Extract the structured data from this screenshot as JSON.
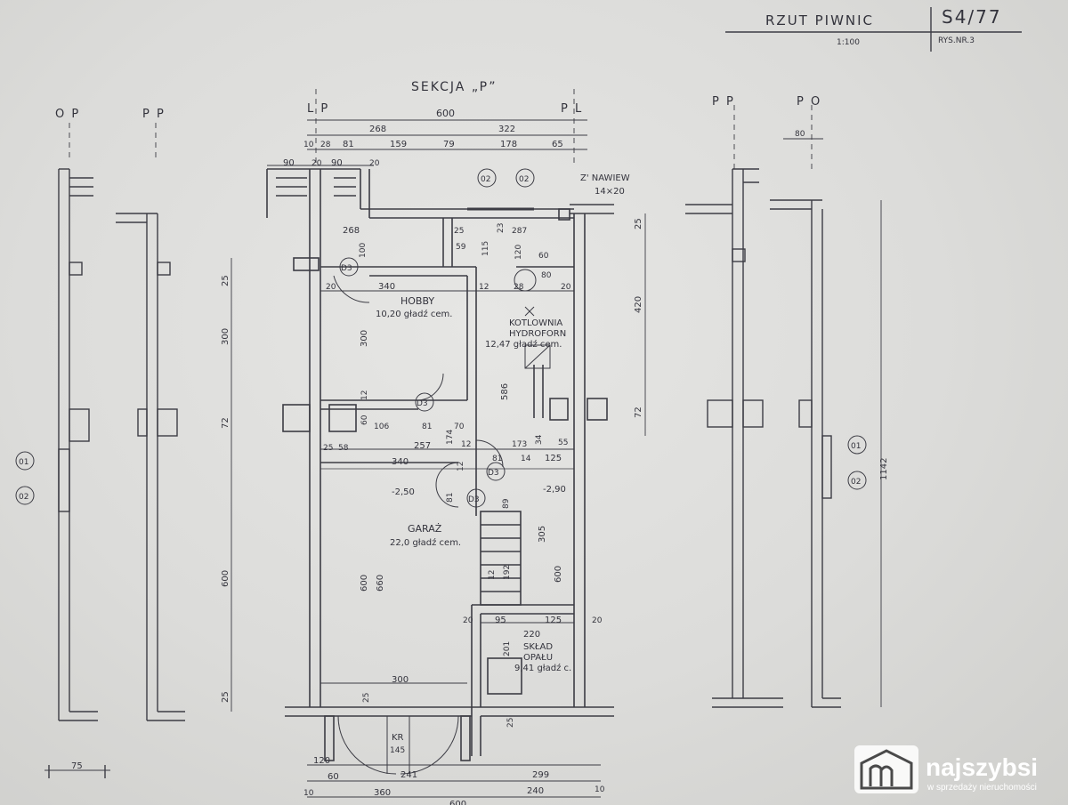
{
  "header": {
    "title": "RZUT PIWNIC",
    "scale": "1:100",
    "code": "S4/77",
    "sheet": "RYS.NR.3"
  },
  "section_label": "SEKCJA „P”",
  "axes": {
    "op": "O P",
    "pp1": "P P",
    "lp": "L P",
    "pl": "P L",
    "pp2": "P P",
    "po": "P O"
  },
  "rooms": {
    "hobby_name": "HOBBY",
    "hobby_area": "10,20 gładź cem.",
    "boiler_name1": "KOTLOWNIA",
    "boiler_name2": "HYDROFORN",
    "boiler_area": "12,47 gładź cem.",
    "garage_name": "GARAŻ",
    "garage_area": "22,0 gładź cem.",
    "fuel_name1": "SKŁAD",
    "fuel_name2": "OPAŁU",
    "fuel_area": "9,41 gładź c."
  },
  "tags": {
    "d3": "D3",
    "o2": "02",
    "o1": "01",
    "kr": "KR",
    "kr_val": "145",
    "vent": "Z' NAWIEW",
    "vent_size": "14×20",
    "level1": "-2,50",
    "level2": "-2,90"
  },
  "dims": {
    "top": [
      "600",
      "268",
      "322",
      "10",
      "28",
      "81",
      "159",
      "79",
      "178",
      "65",
      "90",
      "20",
      "90",
      "20"
    ],
    "right_side": [
      "80"
    ],
    "bottom": [
      "120",
      "60",
      "241",
      "299",
      "10",
      "360",
      "240",
      "10",
      "600"
    ],
    "left_vertical": [
      "25",
      "300",
      "72",
      "600",
      "25"
    ],
    "right_vertical": [
      "25",
      "420",
      "72",
      "1142"
    ],
    "interior": [
      "268",
      "25",
      "59",
      "115",
      "23",
      "287",
      "100",
      "120",
      "60",
      "80",
      "20",
      "340",
      "12",
      "28",
      "20",
      "300",
      "586",
      "12",
      "60",
      "106",
      "81",
      "70",
      "174",
      "12",
      "173",
      "34",
      "55",
      "25",
      "58",
      "257",
      "340",
      "12",
      "81",
      "14",
      "125",
      "81",
      "305",
      "600",
      "660",
      "600",
      "89",
      "192",
      "12",
      "20",
      "95",
      "125",
      "20",
      "220",
      "201",
      "300",
      "25",
      "25",
      "75"
    ]
  },
  "branding": {
    "name": "najszybsi",
    "tagline": "w sprzedaży nieruchomości"
  }
}
